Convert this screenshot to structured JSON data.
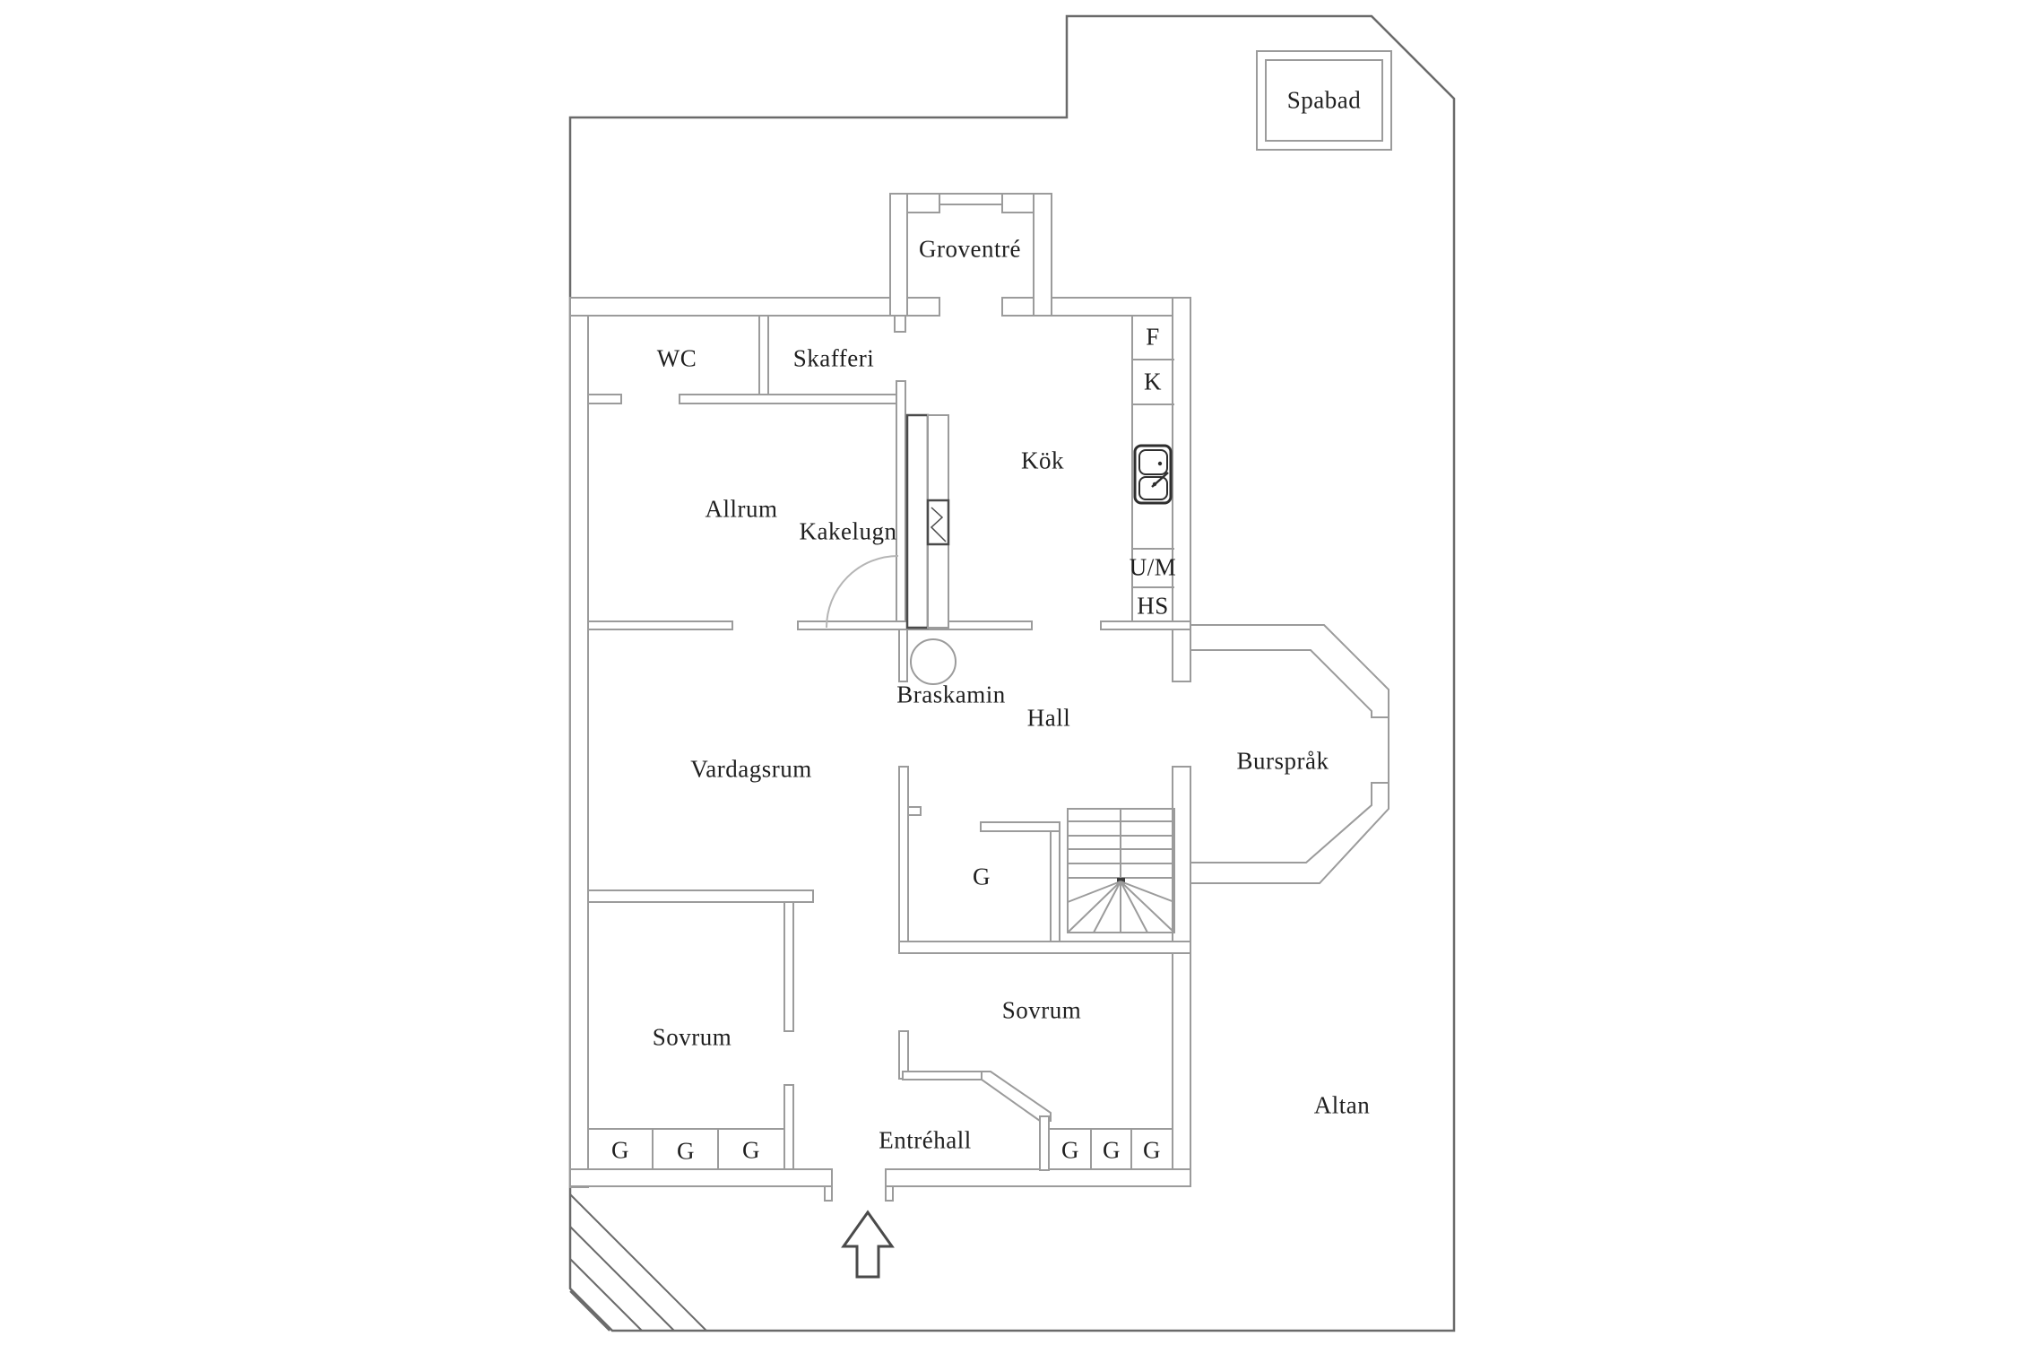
{
  "colors": {
    "background": "#ffffff",
    "wall_line": "#9b9b9b",
    "boundary_line": "#6a6a6a",
    "dark_fixture_line": "#2e2e2e",
    "text": "#1f1f1f"
  },
  "rooms": {
    "spabad": "Spabad",
    "groventre": "Groventré",
    "wc": "WC",
    "skafferi": "Skafferi",
    "kok": "Kök",
    "allrum": "Allrum",
    "kakelugn": "Kakelugn",
    "braskamin": "Braskamin",
    "hall": "Hall",
    "bursprak": "Burspråk",
    "vardagsrum": "Vardagsrum",
    "sovrum_left": "Sovrum",
    "sovrum_right": "Sovrum",
    "entrehall": "Entréhall",
    "altan": "Altan"
  },
  "appliances": {
    "fridge": "F",
    "freezer": "K",
    "dishwasher_microwave": "U/M",
    "home_spa_cabinet": "HS"
  },
  "closets": {
    "understairs": "G",
    "left": [
      "G",
      "G",
      "G"
    ],
    "right": [
      "G",
      "G",
      "G"
    ]
  }
}
